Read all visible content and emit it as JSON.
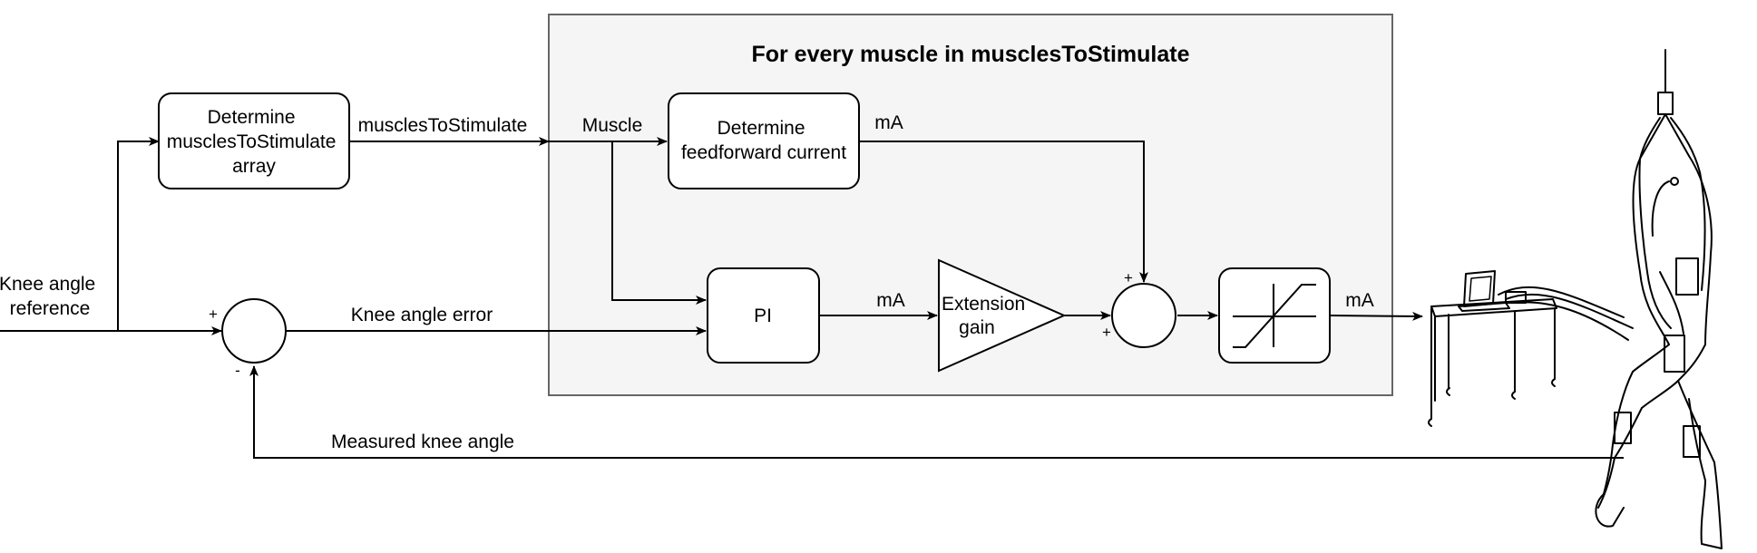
{
  "loop": {
    "title": "For every muscle in musclesToStimulate"
  },
  "blocks": {
    "determine_array": [
      "Determine",
      "musclesToStimulate",
      "array"
    ],
    "feedforward": [
      "Determine",
      "feedforward current"
    ],
    "pi": "PI",
    "gain": [
      "Extension",
      "gain"
    ]
  },
  "signals": {
    "knee_ref": [
      "Knee angle",
      "reference"
    ],
    "muscles_out": "musclesToStimulate",
    "muscle_in": "Muscle",
    "ff_ma": "mA",
    "pi_ma": "mA",
    "out_ma": "mA",
    "knee_error": "Knee angle error",
    "measured": "Measured knee angle"
  },
  "signs": {
    "error_plus": "+",
    "error_minus": "-",
    "sum_top_plus": "+",
    "sum_left_plus": "+"
  },
  "icons": [
    "saturation-icon",
    "laptop-table-icon",
    "subject-figure-icon"
  ]
}
